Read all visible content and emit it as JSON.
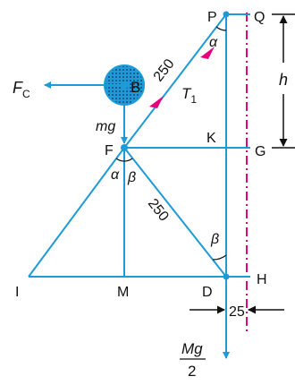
{
  "labels": {
    "P": "P",
    "Q": "Q",
    "h": "h",
    "alpha_top": "α",
    "len_250_top": "250",
    "T1_letter": "T",
    "T1_sub": "1",
    "Fc_letter": "F",
    "Fc_sub": "C",
    "B": "B",
    "mg": "mg",
    "K": "K",
    "G": "G",
    "F": "F",
    "alpha_F": "α",
    "beta_F": "β",
    "len_250_mid": "250",
    "beta_D": "β",
    "I": "I",
    "M": "M",
    "D": "D",
    "H": "H",
    "dim_25": "25",
    "Mg_num": "Mg",
    "Mg_den": "2"
  },
  "colors": {
    "line": "#1e9bd7",
    "arrow_red": "#e6007e",
    "dash_red": "#e6007e",
    "ball_fill": "#1e9bd7",
    "text": "#111111"
  }
}
